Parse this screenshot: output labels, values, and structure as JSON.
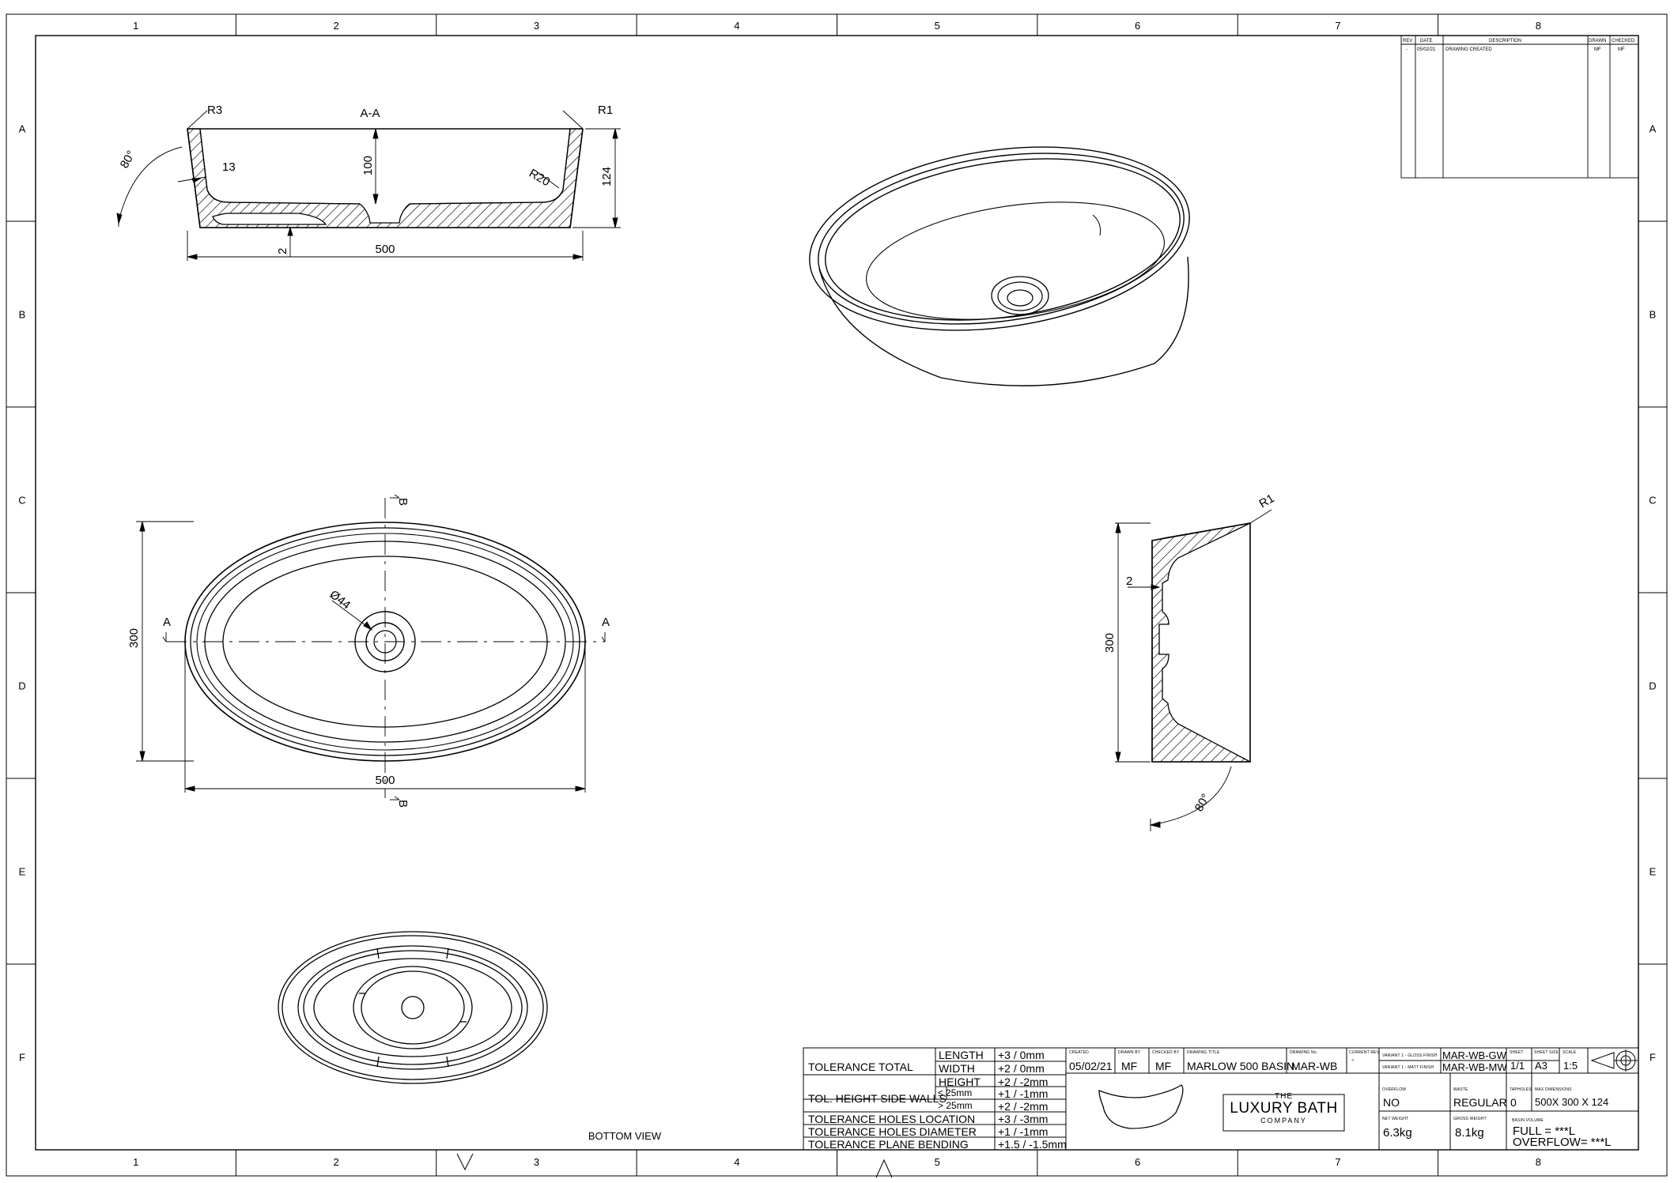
{
  "border": {
    "columns": [
      "1",
      "2",
      "3",
      "4",
      "5",
      "6",
      "7",
      "8"
    ],
    "rows": [
      "A",
      "B",
      "C",
      "D",
      "E",
      "F"
    ]
  },
  "revision_table": {
    "headers": {
      "rev": "REV",
      "date": "DATE",
      "description": "DESCRIPTION",
      "drawn": "DRAWN",
      "checked": "CHECKED"
    },
    "row": {
      "rev": "-",
      "date": "05/02/21",
      "description": "DRAWING CREATED",
      "drawn": "MF",
      "checked": "MF"
    }
  },
  "section_view": {
    "title": "A-A",
    "dims": {
      "r3": "R3",
      "r1": "R1",
      "angle": "80°",
      "wall": "13",
      "depth": "100",
      "r20": "R20",
      "height": "124",
      "base": "2",
      "length": "500"
    }
  },
  "plan_view": {
    "dims": {
      "section_a": "A",
      "section_b": "B",
      "hole": "Ø44",
      "width": "300",
      "length": "500"
    }
  },
  "side_section": {
    "dims": {
      "r1": "R1",
      "base": "2",
      "width": "300",
      "angle": "80°"
    }
  },
  "bottom_view": {
    "label": "BOTTOM VIEW"
  },
  "tolerances": {
    "total_label": "TOLERANCE TOTAL",
    "length_label": "LENGTH",
    "length_value": "+3 / 0mm",
    "width_label": "WIDTH",
    "width_value": "+2 / 0mm",
    "height_label": "HEIGHT",
    "height_value": "+2 / -2mm",
    "side_walls_label": "TOL. HEIGHT SIDE WALLS",
    "le_label": "≤  25mm",
    "le_value": "+1 / -1mm",
    "gt_label": ">  25mm",
    "gt_value": "+2 / -2mm",
    "holes_location_label": "TOLERANCE HOLES LOCATION",
    "holes_location_value": "+3 / -3mm",
    "holes_diameter_label": "TOLERANCE HOLES DIAMETER",
    "holes_diameter_value": "+1 / -1mm",
    "plane_bending_label": "TOLERANCE PLANE BENDING",
    "plane_bending_value": "+1.5 / -1.5mm"
  },
  "title_block": {
    "created_label": "CREATED",
    "created": "05/02/21",
    "drawn_by_label": "DRAWN BY",
    "drawn_by": "MF",
    "checked_by_label": "CHECKED BY",
    "checked_by": "MF",
    "title_label": "DRAWING TITLE",
    "title": "MARLOW 500 BASIN",
    "drawing_no_label": "DRAWING No.",
    "drawing_no": "MAR-WB",
    "current_rev_label": "CURRENT REV.",
    "current_rev": "-",
    "variant1_label": "VARIANT 1 - GLOSS FINISH",
    "variant1": "MAR-WB-GW",
    "variant2_label": "VARIANT 1 - MATT FINISH",
    "variant2": "MAR-WB-MW",
    "sheet_label": "SHEET",
    "sheet": "1/1",
    "sheet_size_label": "SHEET SIZE",
    "sheet_size": "A3",
    "scale_label": "SCALE",
    "scale": "1:5",
    "overflow_label": "OVERFLOW",
    "overflow": "NO",
    "waste_label": "WASTE",
    "waste": "REGULAR",
    "tapholes_label": "TAPHOLES",
    "tapholes": "0",
    "max_dimensions_label": "MAX DIMENSIONS",
    "max_dimensions": "500X 300 X 124",
    "net_weight_label": "NET WEIGHT",
    "net_weight": "6.3kg",
    "gross_weight_label": "GROSS WEIGHT",
    "gross_weight": "8.1kg",
    "basin_volume_label": "BASIN VOLUME",
    "volume_full": "FULL = ***L",
    "volume_overflow": "OVERFLOW= ***L",
    "logo": {
      "the": "THE",
      "name": "LUXURY BATH",
      "company": "COMPANY"
    }
  }
}
